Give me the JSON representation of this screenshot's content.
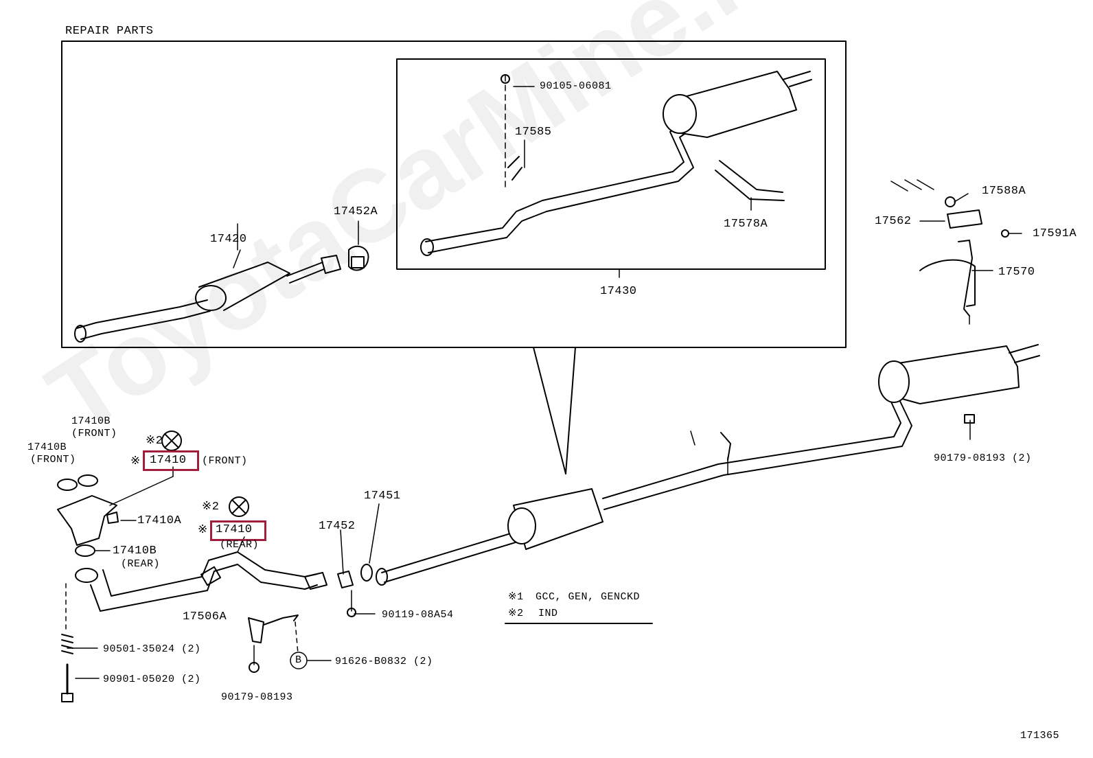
{
  "watermark": "ToyotaCarMine.ru",
  "header": {
    "repair_parts": "REPAIR  PARTS"
  },
  "diagram_id": "171365",
  "legend": [
    {
      "mark": "※1",
      "text": "GCC, GEN, GENCKD"
    },
    {
      "mark": "※2",
      "text": "IND"
    }
  ],
  "parts": {
    "p17420": "17420",
    "p17452A": "17452A",
    "p90105": "90105-06081",
    "p17585": "17585",
    "p17578A": "17578A",
    "p17430": "17430",
    "p17588A": "17588A",
    "p17562": "17562",
    "p17591A": "17591A",
    "p17570": "17570",
    "p90179_top": "90179-08193 (2)",
    "p17410B_front_a": "17410B",
    "p17410B_front_a_note": "(FRONT)",
    "p17410B_front_b": "17410B",
    "p17410B_front_b_note": "(FRONT)",
    "p17410A": "17410A",
    "p17410B_rear": "17410B",
    "p17410B_rear_note": "(REAR)",
    "p17410_front_mark": "※2",
    "p17410_front_prefix": "※",
    "p17410_front": "17410",
    "p17410_front_note": "(FRONT)",
    "p17410_rear_mark": "※2",
    "p17410_rear_prefix": "※",
    "p17410_rear": "17410",
    "p17410_rear_note": "(REAR)",
    "p17451": "17451",
    "p17452": "17452",
    "p90119": "90119-08A54",
    "p17506A": "17506A",
    "p90501": "90501-35024 (2)",
    "p90901": "90901-05020 (2)",
    "p90179_bottom": "90179-08193",
    "p91626": "91626-B0832 (2)",
    "circle_b": "B"
  },
  "highlight_color": "#a01e3c"
}
